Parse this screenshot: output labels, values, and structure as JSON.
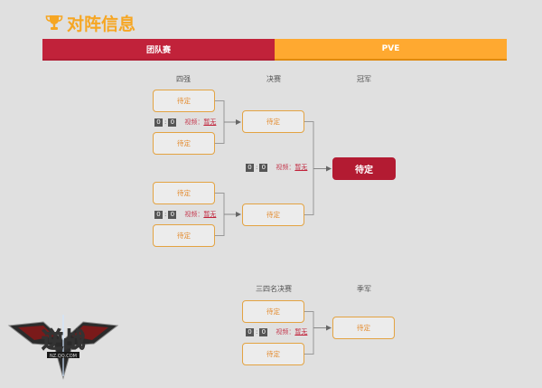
{
  "header": {
    "title": "对阵信息",
    "icon": "trophy-icon",
    "accent": "#f6a623"
  },
  "tabs": [
    {
      "label": "团队赛",
      "active": true,
      "color": "#c1223a"
    },
    {
      "label": "PVE",
      "active": false,
      "color": "#ffa930"
    }
  ],
  "stages": {
    "semifinal": "四强",
    "final": "决赛",
    "champion": "冠军",
    "third_place_match": "三四名决赛",
    "third_place": "季军"
  },
  "bracket": {
    "semifinals": [
      {
        "team_a": "待定",
        "team_b": "待定",
        "score_a": "0",
        "score_b": "0",
        "video_label": "视频：",
        "video_value": "暂无"
      },
      {
        "team_a": "待定",
        "team_b": "待定",
        "score_a": "0",
        "score_b": "0",
        "video_label": "视频：",
        "video_value": "暂无"
      }
    ],
    "final": {
      "team_a": "待定",
      "team_b": "待定",
      "score_a": "0",
      "score_b": "0",
      "video_label": "视频：",
      "video_value": "暂无"
    },
    "champion": "待定",
    "third_place_match": {
      "team_a": "待定",
      "team_b": "待定",
      "score_a": "0",
      "score_b": "0",
      "video_label": "视频：",
      "video_value": "暂无"
    },
    "third_place": "待定"
  },
  "logo": {
    "text": "逆战",
    "subtext": "NZ.QQ.COM"
  }
}
